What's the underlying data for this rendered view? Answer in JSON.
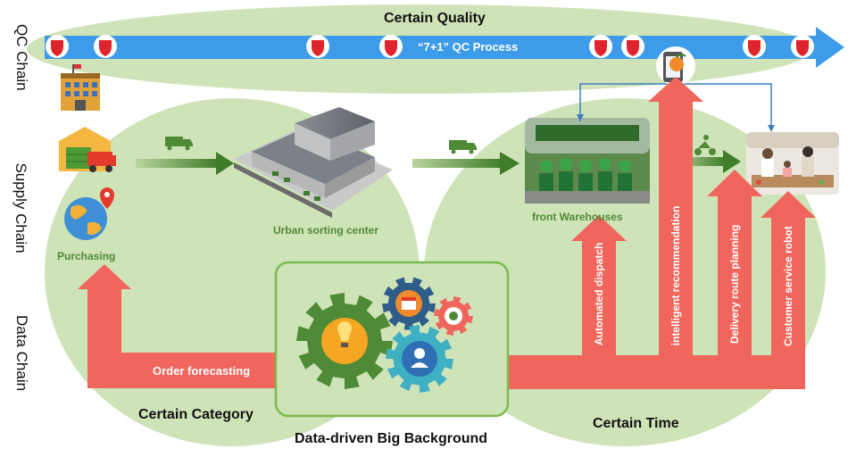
{
  "chains": {
    "qc": "QC Chain",
    "supply": "Supply Chain",
    "data": "Data Chain"
  },
  "qc_bar": {
    "title": "Certain Quality",
    "process": "“7+1” QC Process"
  },
  "nodes": {
    "purchasing": "Purchasing",
    "sorting_center": "Urban sorting center",
    "front_warehouses": "front Warehouses"
  },
  "flows": {
    "order_forecasting": "Order forecasting",
    "automated_dispatch": "Automated dispatch",
    "intelligent_recommendation": "intelligent recommendation",
    "delivery_route_planning": "Delivery route planning",
    "customer_service_robot": "Customer service robot"
  },
  "sections": {
    "certain_category": "Certain Category",
    "big_background": "Data-driven Big Background",
    "certain_time": "Certain Time"
  },
  "colors": {
    "green_bg": "#cfe3b8",
    "arrow_red": "#f0665d",
    "qc_blue": "#3d9be9",
    "arrow_green": "#4f8a36",
    "shield_red": "#e0242b"
  },
  "icons": [
    "office-building-icon",
    "warehouse-truck-icon",
    "globe-pin-icon",
    "truck-icon",
    "sorting-center-icon",
    "scooter-icon",
    "phone-fruit-icon",
    "lightbulb-gear-icon",
    "calendar-gear-icon",
    "cloud-gear-icon",
    "users-gear-icon",
    "quality-shield-icon"
  ]
}
